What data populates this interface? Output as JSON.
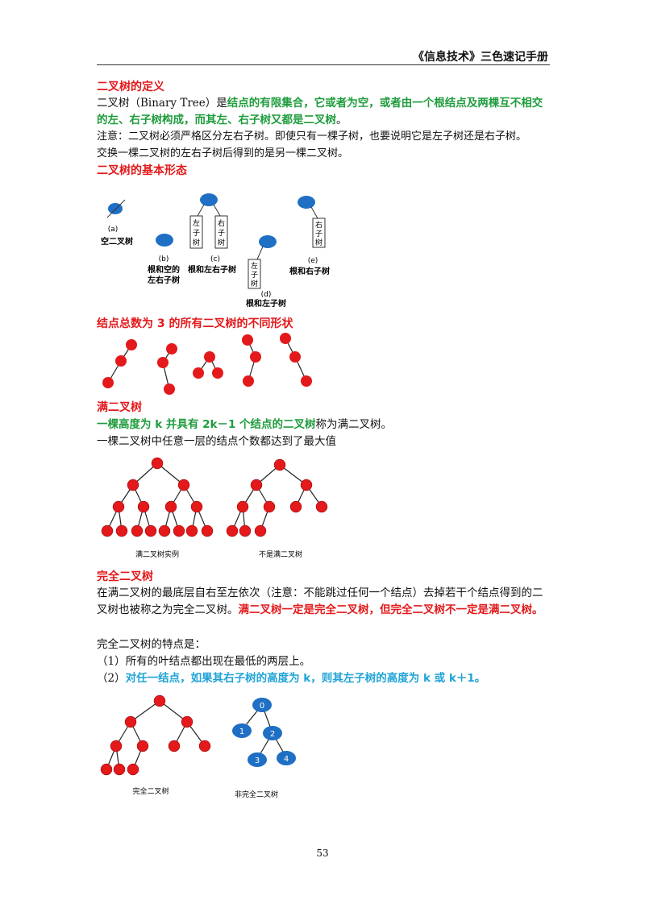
{
  "header": {
    "title": "《信息技术》三色速记手册"
  },
  "section_def": {
    "heading": "二叉树的定义",
    "p1_prefix": "二叉树（Binary Tree）是",
    "p1_green": "结点的有限集合，它或者为空，或者由一个根结点及两棵互不相交的左、右子树构成，而其左、右子树又都是二叉树",
    "p1_suffix": "。",
    "note1": "注意：二叉树必须严格区分左右子树。即使只有一棵子树，也要说明它是左子树还是右子树。",
    "note2": "交换一棵二叉树的左右子树后得到的是另一棵二叉树。"
  },
  "section_forms": {
    "heading": "二叉树的基本形态",
    "labels": {
      "a": "(a)",
      "a_desc": "空二叉树",
      "b": "(b)",
      "b_desc1": "根和空的",
      "b_desc2": "左右子树",
      "c": "(c)",
      "c_desc": "根和左右子树",
      "d": "(d)",
      "d_desc": "根和左子树",
      "e": "(e)",
      "e_desc": "根和右子树",
      "left_subtree": [
        "左",
        "子",
        "树"
      ],
      "right_subtree": [
        "右",
        "子",
        "树"
      ]
    }
  },
  "section_shapes": {
    "heading": "结点总数为 3 的所有二叉树的不同形状"
  },
  "section_full": {
    "heading": "满二叉树",
    "def_green": "一棵高度为 k 并具有 2k－1 个结点的二叉树",
    "def_suffix": "称为满二叉树。",
    "line2": "一棵二叉树中任意一层的结点个数都达到了最大值",
    "caption_left": "满二叉树实例",
    "caption_right": "不是满二叉树"
  },
  "section_complete": {
    "heading": "完全二叉树",
    "p1": "在满二叉树的最底层自右至左依次（注意：不能跳过任何一个结点）去掉若干个结点得到的二叉树也被称之为完全二叉树。",
    "p1_red": "满二叉树一定是完全二叉树，但完全二叉树不一定是满二叉树。",
    "features": "完全二叉树的特点是：",
    "item1": "（1）所有的叶结点都出现在最低的两层上。",
    "item2_prefix": "（2）",
    "item2_blue": "对任一结点，如果其右子树的高度为 k，则其左子树的高度为 k 或 k＋1。",
    "caption_left": "完全二叉树",
    "caption_right": "非完全二叉树",
    "blue_nodes": [
      "0",
      "1",
      "2",
      "3",
      "4"
    ]
  },
  "footer": {
    "page_number": "53"
  },
  "colors": {
    "red_node": "#e3191b",
    "blue_node": "#1f6fc4",
    "green_text": "#1e9c3c",
    "blue_text": "#1fa3d7"
  }
}
